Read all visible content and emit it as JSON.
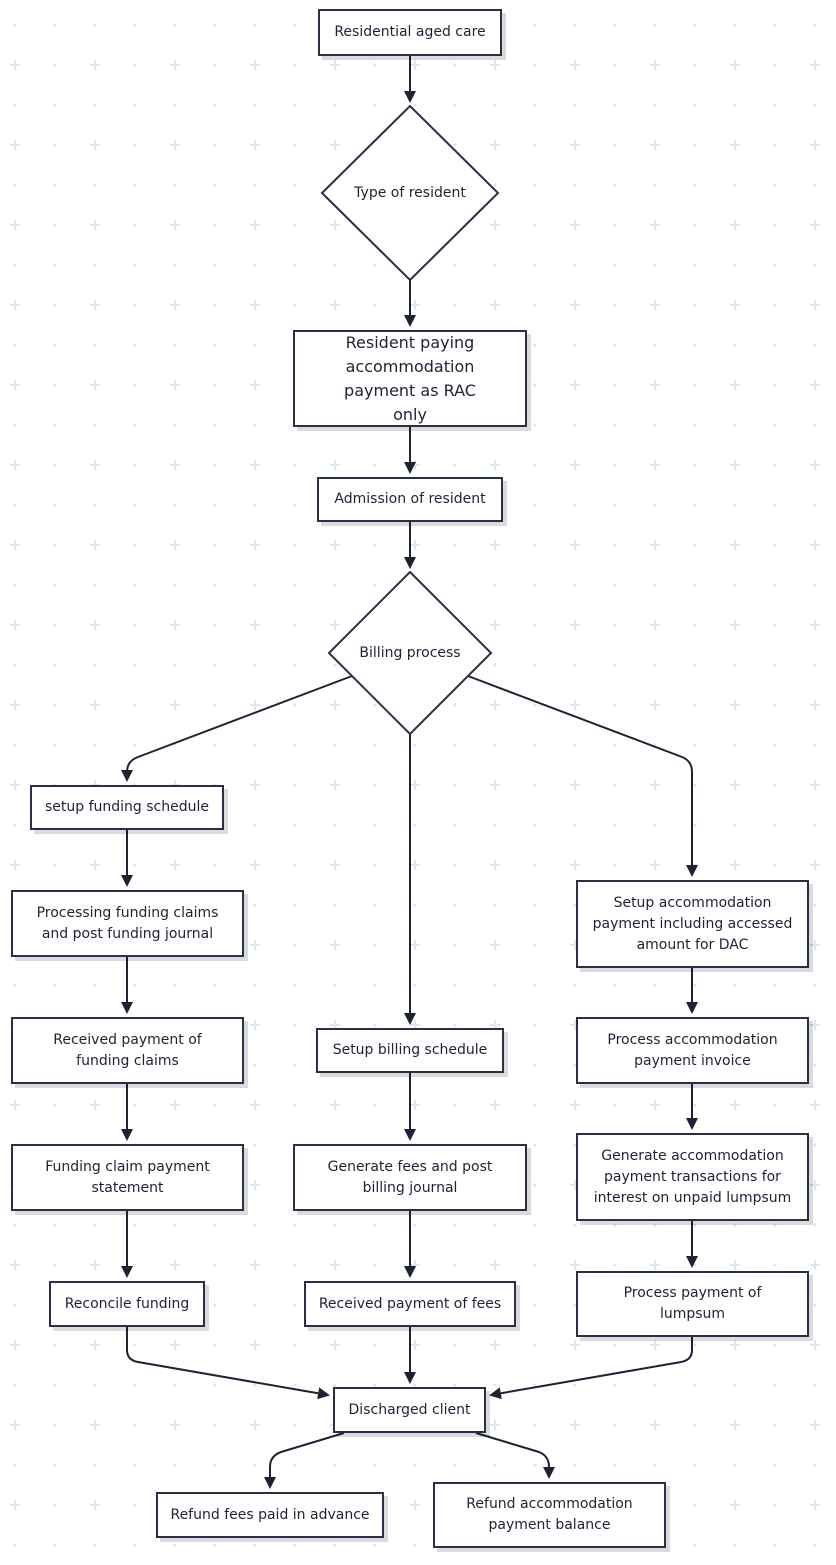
{
  "colors": {
    "stroke": "#2b2f45",
    "text": "#1f2235",
    "grid_mark": "#d6ecec",
    "background": "#ffffff"
  },
  "nodes": {
    "residential_aged_care": "Residential aged care",
    "type_of_resident": "Type of resident",
    "resident_paying": "Resident paying accommodation payment as RAC only",
    "admission": "Admission of resident",
    "billing_process": "Billing process",
    "setup_funding_schedule": "setup funding schedule",
    "processing_funding_claims": "Processing funding claims and post funding journal",
    "received_payment_funding": "Received payment of funding claims",
    "funding_claim_statement": "Funding claim payment statement",
    "reconcile_funding": "Reconcile funding",
    "setup_billing_schedule": "Setup billing schedule",
    "generate_fees": "Generate fees and post billing journal",
    "received_payment_fees": "Received payment of fees",
    "setup_accommodation_payment": "Setup accommodation payment including accessed amount for DAC",
    "process_accommodation_invoice": "Process accommodation payment invoice",
    "generate_accommodation_transactions": "Generate accommodation payment transactions for interest on unpaid lumpsum",
    "process_payment_lumpsum": "Process payment of lumpsum",
    "discharged_client": "Discharged client",
    "refund_fees": "Refund fees paid in advance",
    "refund_accommodation": "Refund accommodation payment balance"
  }
}
